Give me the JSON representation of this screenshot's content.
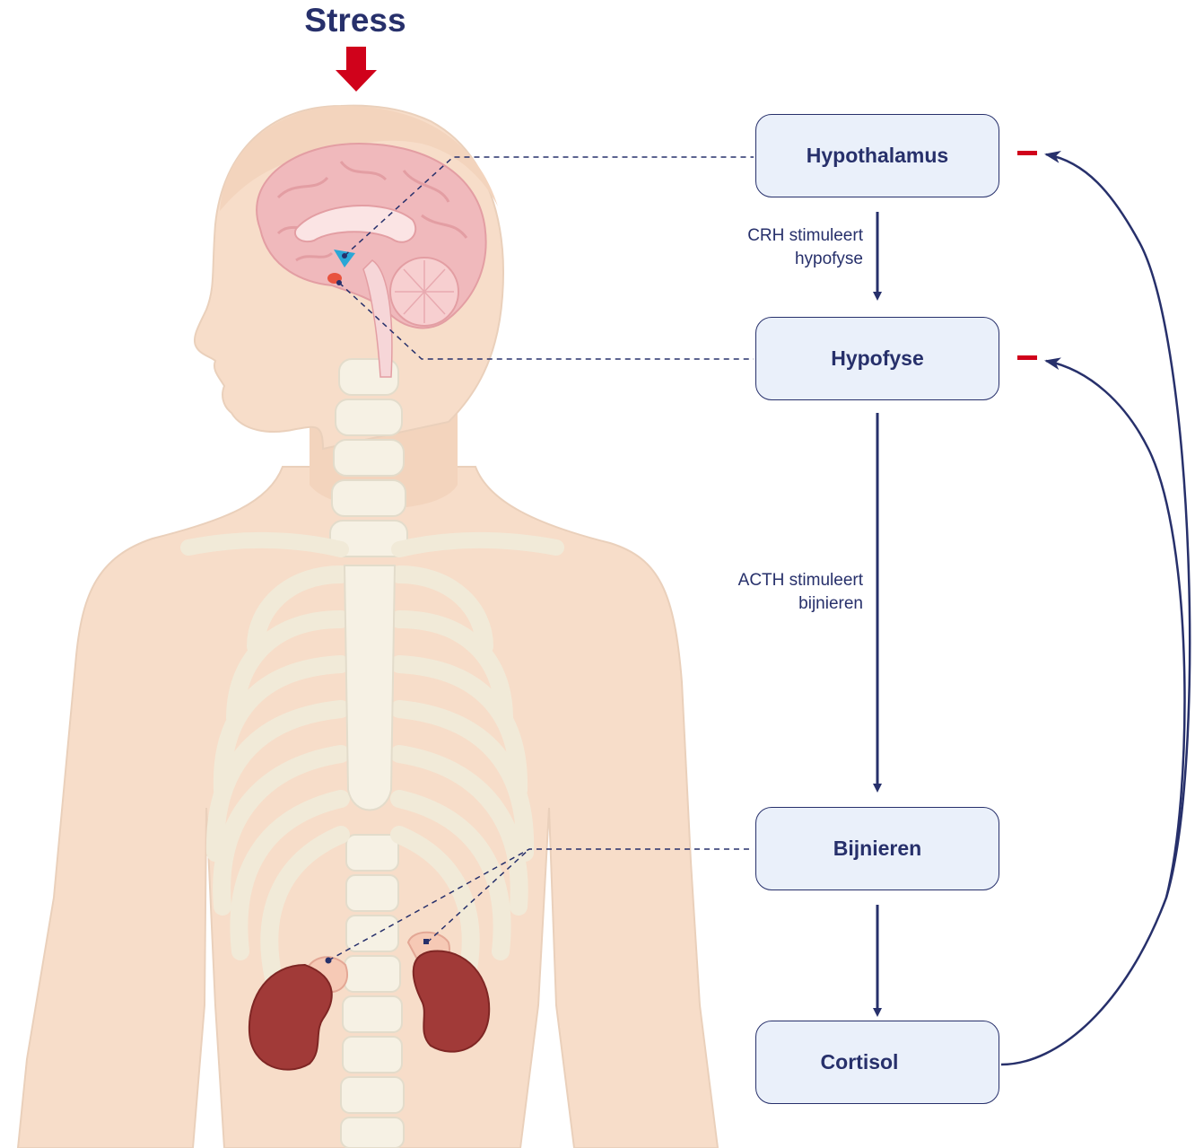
{
  "title": "Stress",
  "nodes": {
    "hypothalamus": "Hypothalamus",
    "hypofyse": "Hypofyse",
    "bijnieren": "Bijnieren",
    "cortisol": "Cortisol"
  },
  "edge_labels": {
    "crh_line1": "CRH stimuleert",
    "crh_line2": "hypofyse",
    "acth_line1": "ACTH stimuleert",
    "acth_line2": "bijnieren"
  },
  "feedback": {
    "hypothalamus": "−",
    "hypofyse": "−"
  },
  "colors": {
    "navy": "#27306b",
    "red": "#d0021b",
    "box_fill": "#eaf0fa",
    "skin": "#f7ddc9",
    "bone": "#f6f1e4",
    "brain": "#f0b9bc",
    "kidney": "#a13a38"
  },
  "icons": {
    "stress_arrow": "arrow-down-icon",
    "cortisol_arrow": "arrow-up-icon"
  }
}
